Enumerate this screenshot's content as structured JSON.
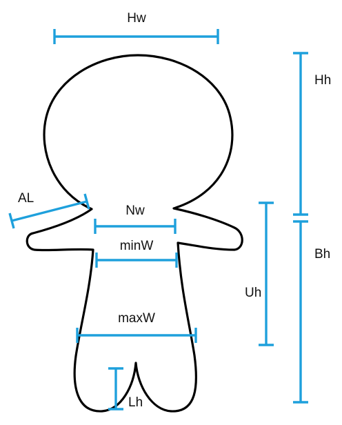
{
  "accent_color": "#1ea0dc",
  "outline_color": "#000000",
  "labels": {
    "hw": "Hw",
    "hh": "Hh",
    "al": "AL",
    "nw": "Nw",
    "minw": "minW",
    "bh": "Bh",
    "uh": "Uh",
    "maxw": "maxW",
    "lh": "Lh"
  }
}
